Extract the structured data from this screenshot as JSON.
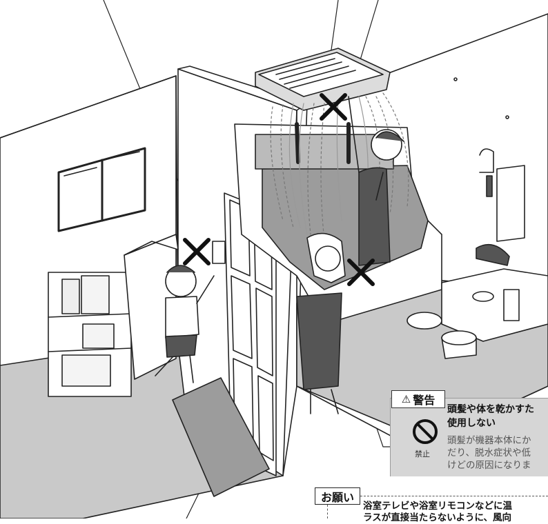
{
  "warning": {
    "tab_label": "警告",
    "heading": "頭髪や体を乾かすた\n使用しない",
    "prohibit_label": "禁止",
    "body": "頭髪が機器本体にか\nだり、脱水症状や低\nけどの原因になりま"
  },
  "request": {
    "tab_label": "お願い",
    "text": "浴室テレビや浴室リモコンなどに温\nラスが直接当たらないように、風向"
  },
  "colors": {
    "line": "#222222",
    "floor_gray": "#c9c9c9",
    "mat_gray": "#9c9c9c",
    "panel_gray": "#d6d6d6"
  }
}
